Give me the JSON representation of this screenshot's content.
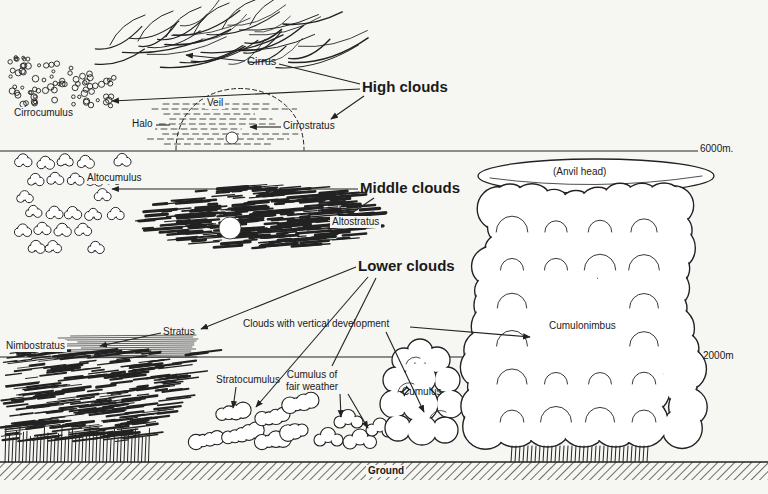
{
  "diagram": {
    "labels": [
      "Cirrus",
      "High clouds",
      "Cirrocumulus",
      "Veil",
      "Halo",
      "Cirrostratus",
      "6000m.",
      "Altocumulus",
      "Middle clouds",
      "(Anvil head)",
      "Altostratus",
      "Lower clouds",
      "Stratus",
      "Nimbostratus",
      "Clouds with vertical development",
      "Cumulonimbus",
      "2000m",
      "Cumulus of fair weather",
      "Stratocumulus",
      "Cumulus",
      "Ground"
    ]
  }
}
